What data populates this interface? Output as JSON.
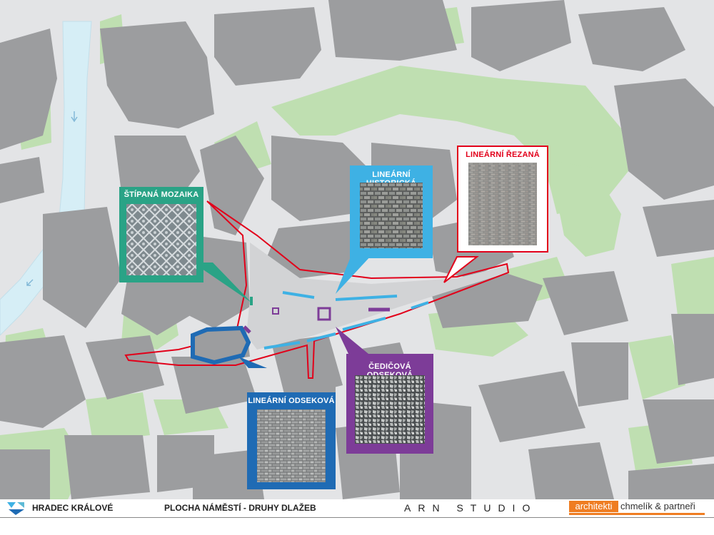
{
  "map": {
    "colors": {
      "background": "#ffffff",
      "street": "#e3e4e6",
      "building": "#9c9d9f",
      "green": "#bfdfb1",
      "river": "#d6eef6",
      "square": "#d2d3d5"
    },
    "icons": [
      "river-flow-arrow-icon",
      "river-flow-arrow-icon"
    ]
  },
  "callouts": [
    {
      "id": "stipana-mozaika",
      "title": "ŠTÍPANÁ MOZAIKA",
      "color": "#2aa386",
      "title_color": "#ffffff",
      "texture": "mosaic"
    },
    {
      "id": "linearni-historicka",
      "title": "LINEÁRNÍ HISTORICKÁ",
      "color": "#3eb1e4",
      "title_color": "#ffffff",
      "texture": "historic"
    },
    {
      "id": "linearni-rezana",
      "title": "LINEÁRNÍ ŘEZANÁ",
      "color": "#e2001a",
      "title_color": "#e2001a",
      "texture": "sawn"
    },
    {
      "id": "cedicova-odsekova",
      "title": "ČEDIČOVÁ ODSEKOVÁ",
      "color": "#7d3c98",
      "title_color": "#ffffff",
      "texture": "basalt"
    },
    {
      "id": "linearni-odsekova",
      "title": "LINEÁRNÍ ODSEKOVÁ",
      "color": "#1f6bb4",
      "title_color": "#ffffff",
      "texture": "split"
    }
  ],
  "footer": {
    "city": "HRADEC KRÁLOVÉ",
    "title": "PLOCHA NÁMĚSTÍ - DRUHY DLAŽEB",
    "studio": "ARN STUDIO",
    "partner_a": "architekti",
    "partner_b": "chmelík & partneři"
  }
}
